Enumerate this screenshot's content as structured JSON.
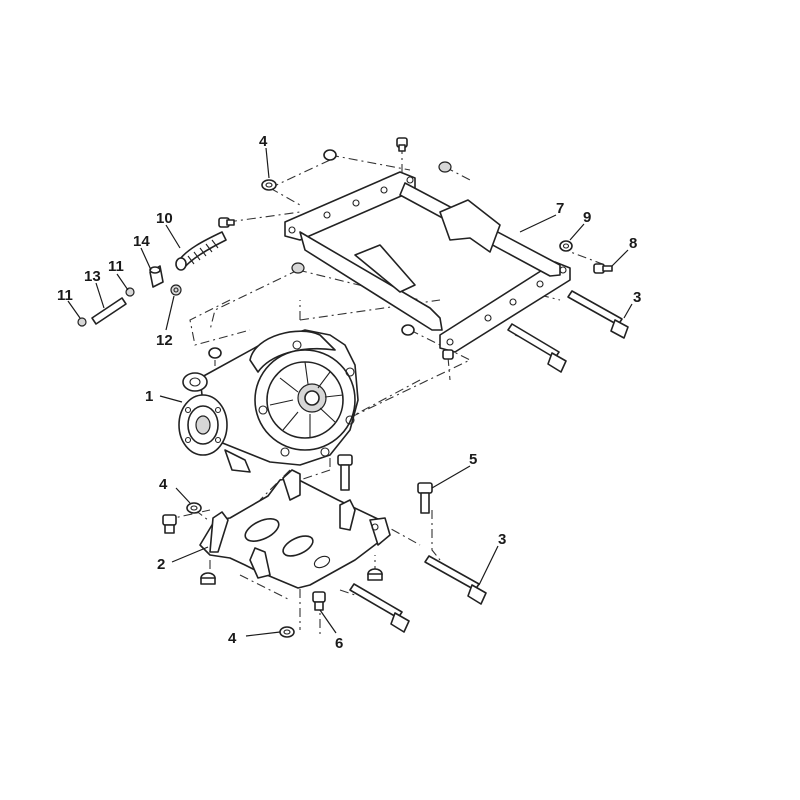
{
  "callouts": [
    {
      "id": "c1",
      "label": "1"
    },
    {
      "id": "c2",
      "label": "2"
    },
    {
      "id": "c3a",
      "label": "3"
    },
    {
      "id": "c3b",
      "label": "3"
    },
    {
      "id": "c4a",
      "label": "4"
    },
    {
      "id": "c4b",
      "label": "4"
    },
    {
      "id": "c4c",
      "label": "4"
    },
    {
      "id": "c5",
      "label": "5"
    },
    {
      "id": "c6",
      "label": "6"
    },
    {
      "id": "c7",
      "label": "7"
    },
    {
      "id": "c8",
      "label": "8"
    },
    {
      "id": "c9",
      "label": "9"
    },
    {
      "id": "c10",
      "label": "10"
    },
    {
      "id": "c11a",
      "label": "11"
    },
    {
      "id": "c11b",
      "label": "11"
    },
    {
      "id": "c12",
      "label": "12"
    },
    {
      "id": "c13",
      "label": "13"
    },
    {
      "id": "c14",
      "label": "14"
    }
  ],
  "colors": {
    "line": "#222222",
    "shade": "#d7d7d7",
    "background": "#ffffff"
  }
}
